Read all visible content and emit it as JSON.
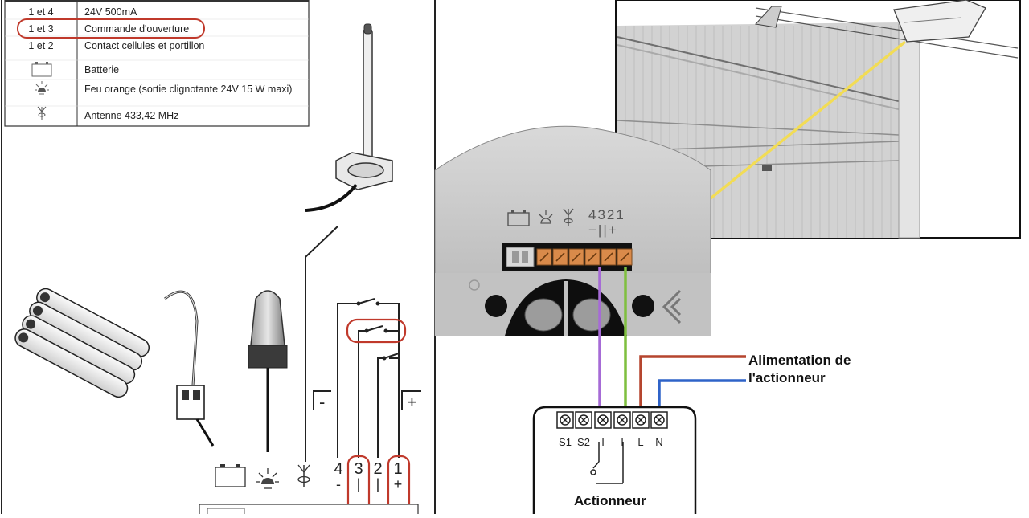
{
  "legend_table": {
    "rows": [
      {
        "code": "1 et 4",
        "description": "24V 500mA"
      },
      {
        "code": "1 et 3",
        "description": "Commande d'ouverture"
      },
      {
        "code": "1 et 2",
        "description": "Contact cellules et portillon"
      },
      {
        "code": "",
        "description": "Batterie",
        "icon": "battery-icon"
      },
      {
        "code": "",
        "description": "Feu orange (sortie clignotante 24V 15 W maxi)",
        "icon": "warning-light-icon"
      },
      {
        "code": "",
        "description": "Antenne 433,42 MHz",
        "icon": "antenna-icon"
      }
    ]
  },
  "terminal_diagram": {
    "numbers": [
      "4",
      "3",
      "2",
      "1"
    ],
    "signs": [
      "-",
      "|",
      "|",
      "+"
    ],
    "minus_label": "-",
    "plus_label": "+"
  },
  "motor_panel": {
    "numbers": "4321",
    "signs": "−||+"
  },
  "actuator": {
    "terminals": [
      "S1",
      "S2",
      "I",
      "I",
      "L",
      "N"
    ],
    "title": "Actionneur",
    "power_label_line1": "Alimentation de",
    "power_label_line2": "l'actionneur"
  },
  "colors": {
    "highlight": "#c0392b",
    "wire_purple": "#a66bd6",
    "wire_green": "#7fbf3f",
    "wire_brown": "#b5452e",
    "wire_blue": "#2f63c8",
    "arrow_yellow": "#f2dc55"
  }
}
